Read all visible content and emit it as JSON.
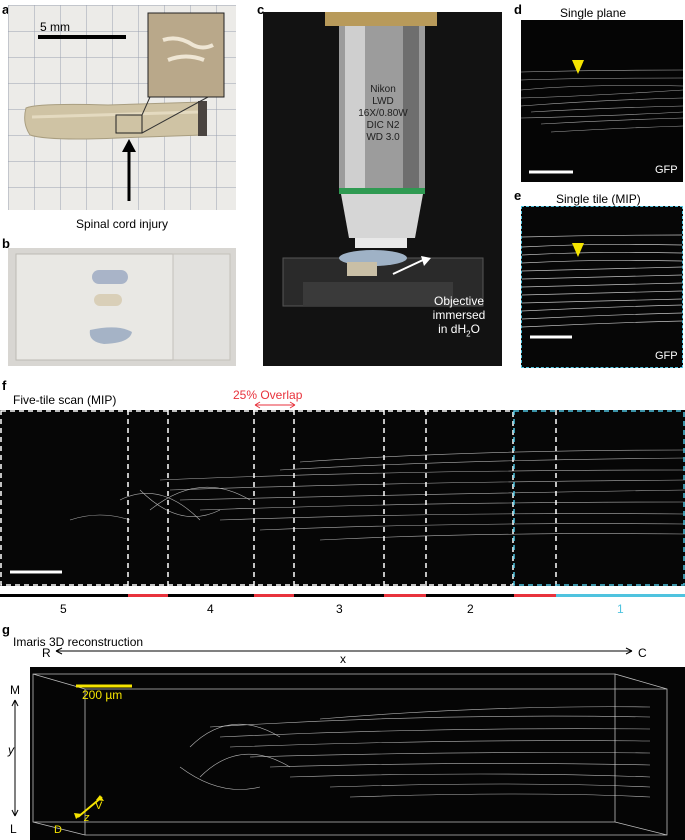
{
  "panels": {
    "a": {
      "letter": "a",
      "scale_label": "5 mm",
      "annotation": "Spinal cord injury"
    },
    "b": {
      "letter": "b"
    },
    "c": {
      "letter": "c",
      "lens_lines": [
        "Nikon",
        "LWD",
        "16X/0.80W",
        "DIC N2",
        "WD 3.0"
      ],
      "annotation_line1": "Objective",
      "annotation_line2": "immersed",
      "annotation_line3": "in dH",
      "annotation_sub": "2",
      "annotation_end": "O"
    },
    "d": {
      "letter": "d",
      "title": "Single plane",
      "channel": "GFP"
    },
    "e": {
      "letter": "e",
      "title": "Single tile (MIP)",
      "channel": "GFP"
    },
    "f": {
      "letter": "f",
      "title": "Five-tile scan (MIP)",
      "overlap_label": "25% Overlap",
      "tiles": [
        "5",
        "4",
        "3",
        "2",
        "1"
      ]
    },
    "g": {
      "letter": "g",
      "title": "Imaris 3D reconstruction",
      "scale_label": "200 µm",
      "axis_x": "x",
      "axis_left": "R",
      "axis_right": "C",
      "axis_y": "y",
      "axis_top": "M",
      "axis_bottom": "L",
      "axis_v": "V",
      "axis_z": "z",
      "axis_d": "D"
    }
  },
  "colors": {
    "overlap_red": "#e8323c",
    "tile_cyan": "#4fc3df",
    "arrow_yellow": "#f5e400"
  }
}
